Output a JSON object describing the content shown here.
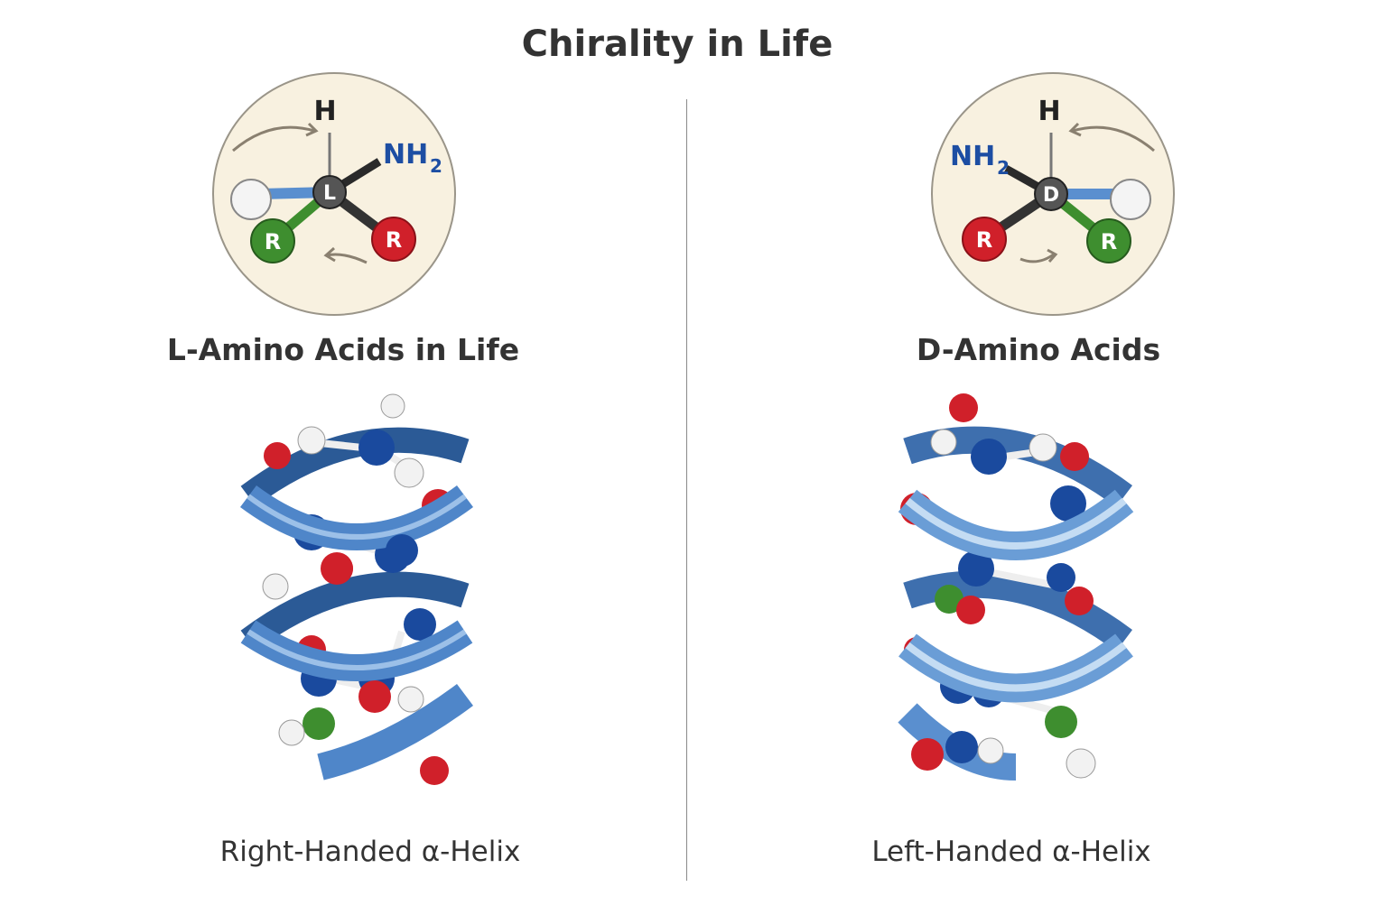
{
  "title": "Chirality in Life",
  "left": {
    "center_label": "L",
    "top_label": "H",
    "amine_label": "NH",
    "amine_subscript": "2",
    "r_label": "R",
    "heading": "L-Amino Acids in Life",
    "caption": "Right-Handed α-Helix"
  },
  "right": {
    "center_label": "D",
    "top_label": "H",
    "amine_label": "NH",
    "amine_subscript": "2",
    "r_label": "R",
    "heading": "D-Amino Acids",
    "caption": "Left-Handed α-Helix"
  },
  "colors": {
    "circle_fill": "#f8f1e0",
    "ribbon": "#3d72b8",
    "oxygen": "#d0202a",
    "nitrogen": "#1a4a9e",
    "hydrogen": "#f2f2f2",
    "carbon_green": "#3e8e2f",
    "amine_text": "#1d4ea3"
  }
}
